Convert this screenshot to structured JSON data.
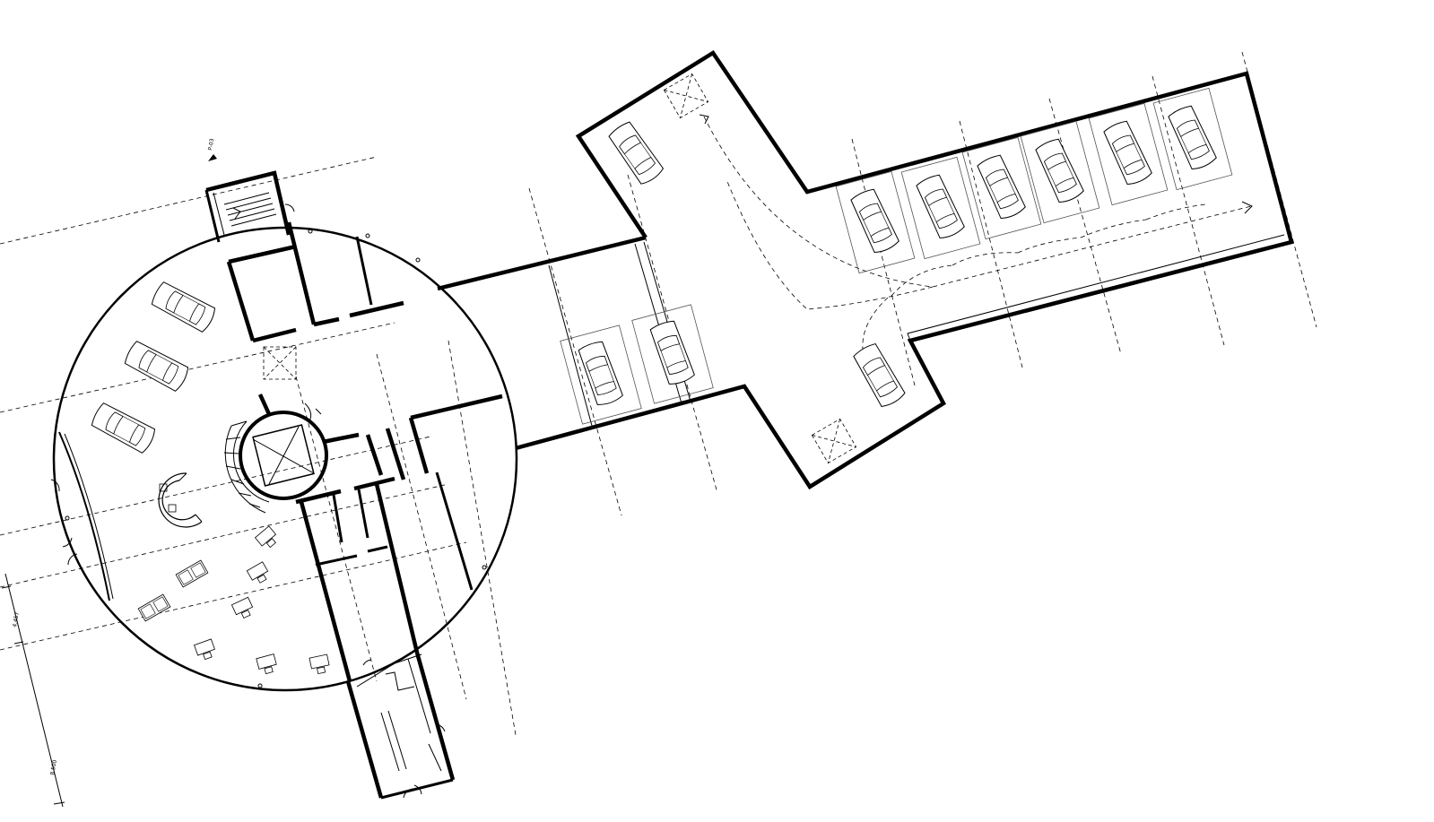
{
  "drawing": {
    "section_marker_label": "P-03",
    "dimension_label_1": "4.457",
    "dimension_label_2": "8.500"
  }
}
